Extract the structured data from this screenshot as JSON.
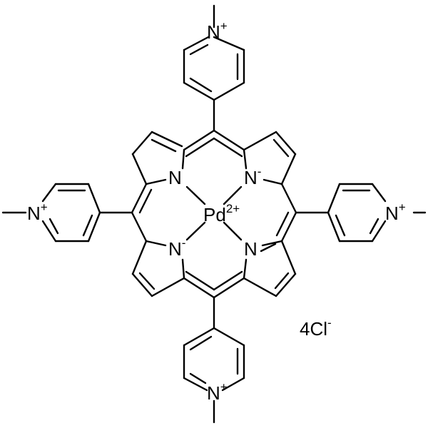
{
  "structure": {
    "metal": {
      "symbol": "Pd",
      "charge": "2+"
    },
    "core_nitrogens": [
      {
        "symbol": "N",
        "charge": ""
      },
      {
        "symbol": "N",
        "charge": "-"
      },
      {
        "symbol": "N",
        "charge": "-"
      },
      {
        "symbol": "N",
        "charge": ""
      }
    ],
    "pyridinium_nitrogens": [
      {
        "symbol": "N",
        "charge": "+"
      },
      {
        "symbol": "N",
        "charge": "+"
      },
      {
        "symbol": "N",
        "charge": "+"
      },
      {
        "symbol": "N",
        "charge": "+"
      }
    ],
    "counterion": {
      "prefix": "4Cl",
      "charge": "-"
    }
  },
  "colors": {
    "bond": "#000000",
    "background": "#ffffff"
  }
}
